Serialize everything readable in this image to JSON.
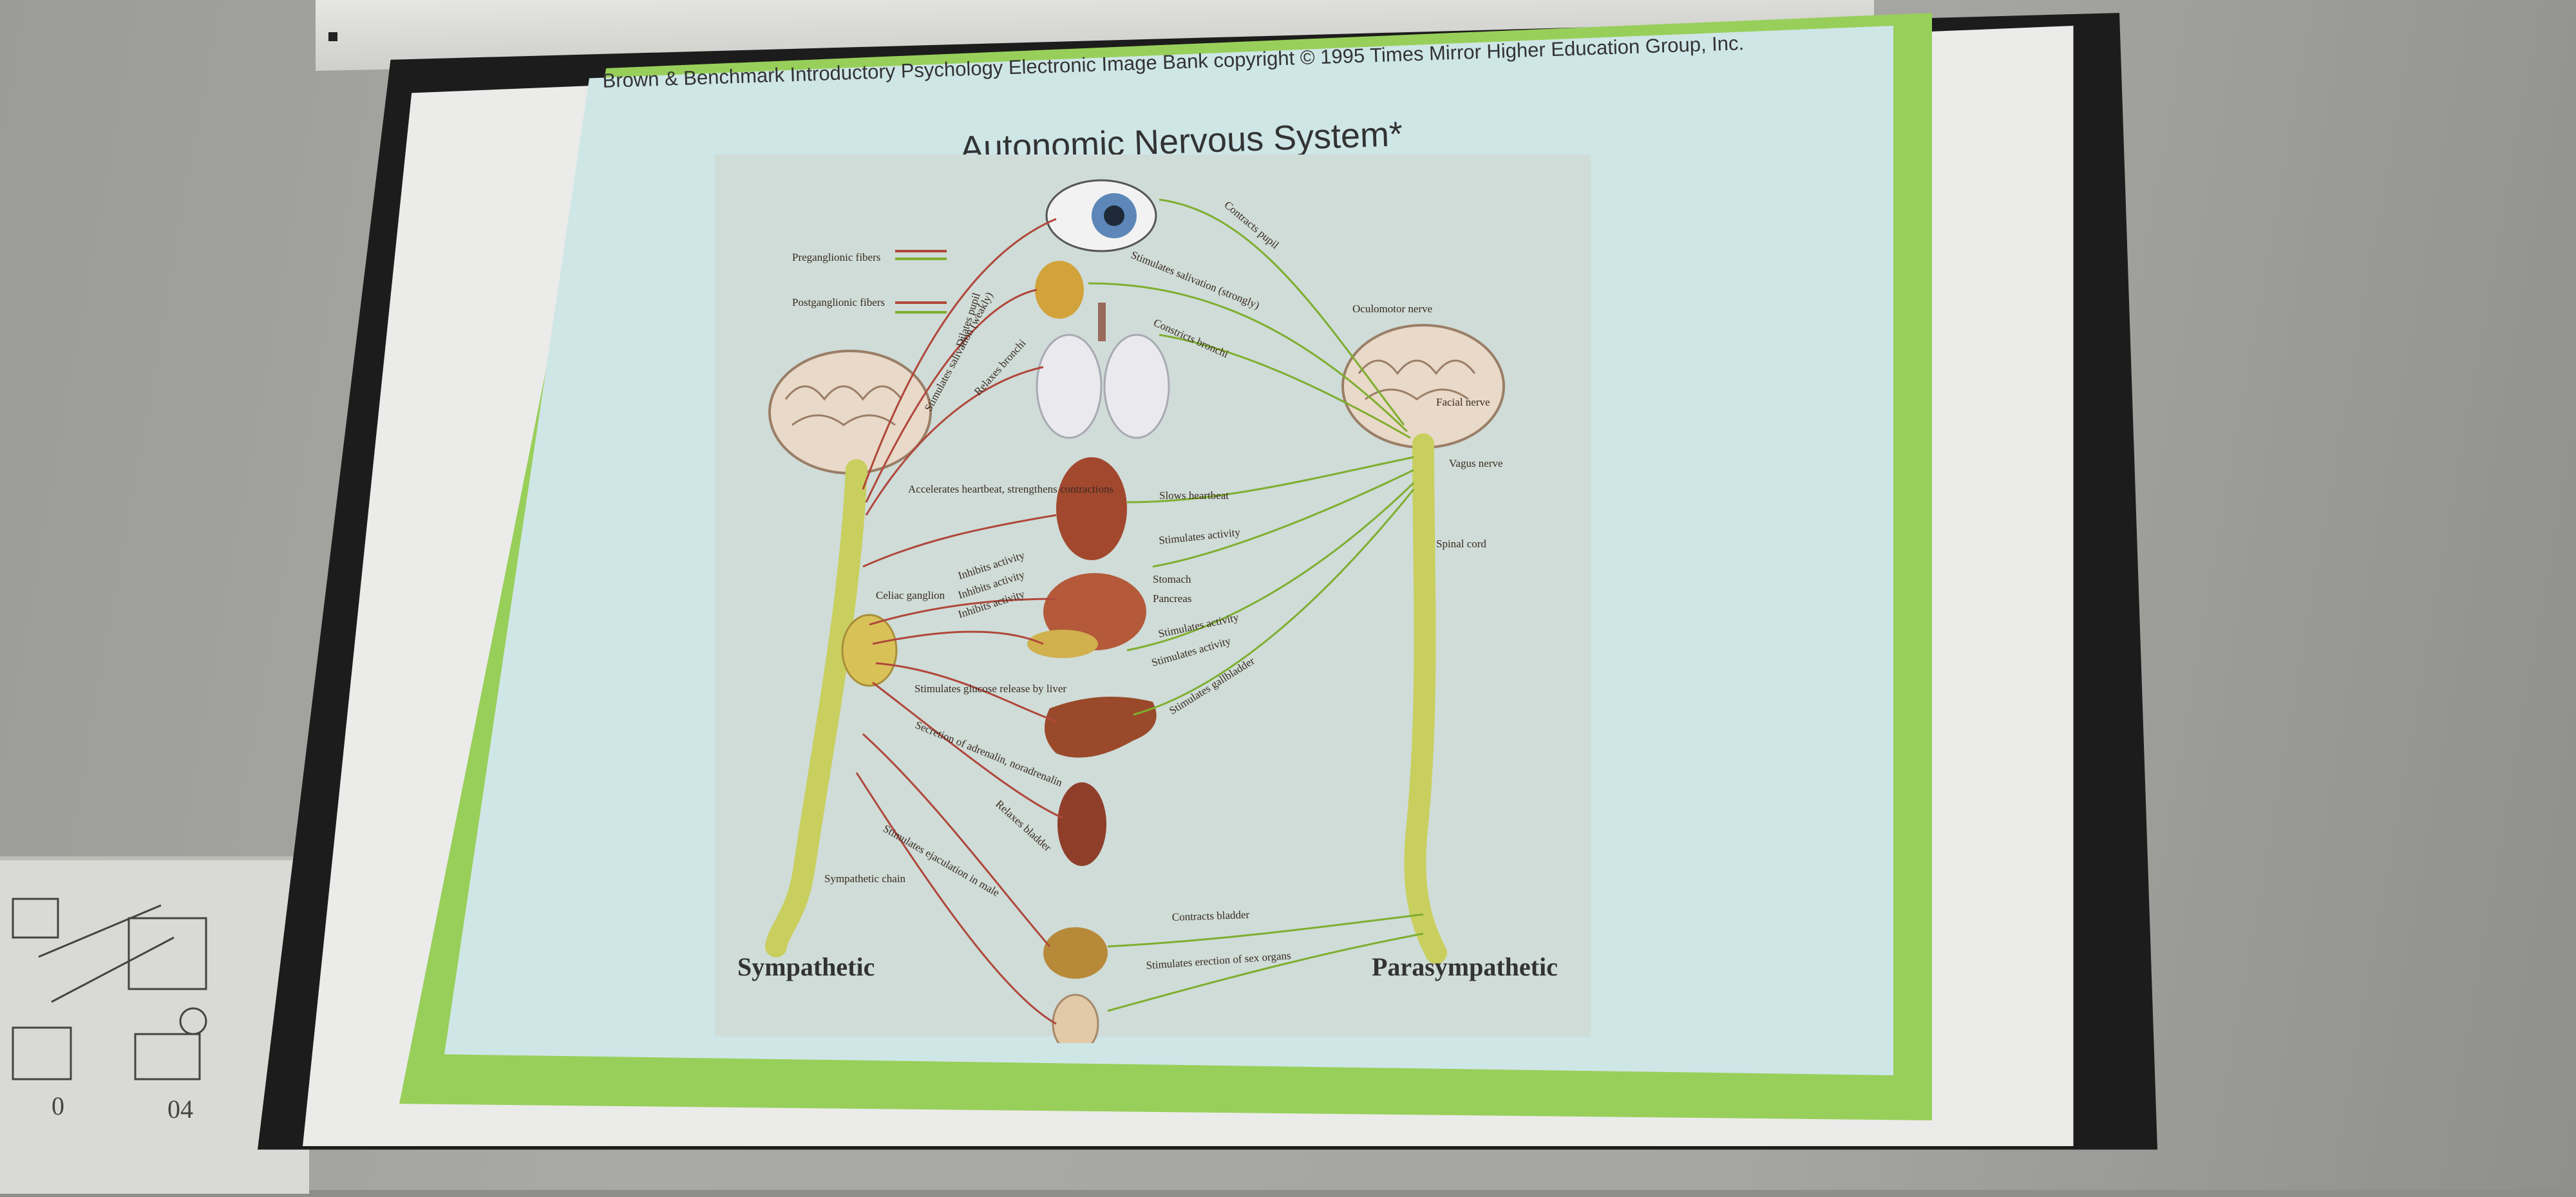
{
  "slide": {
    "copyright": "Brown & Benchmark Introductory Psychology Electronic Image Bank copyright © 1995 Times Mirror Higher Education Group, Inc.",
    "title": "Autonomic Nervous System*"
  },
  "legend": {
    "preganglionic": "Preganglionic fibers",
    "postganglionic": "Postganglionic fibers"
  },
  "sides": {
    "sympathetic": "Sympathetic",
    "parasympathetic": "Parasympathetic"
  },
  "sympathetic_labels": {
    "dilates_pupil": "Dilates pupil",
    "salivation_weakly": "Stimulates salivation (weakly)",
    "relaxes_bronchi": "Relaxes bronchi",
    "heart": "Accelerates heartbeat, strengthens contractions",
    "inhibits_1": "Inhibits activity",
    "inhibits_2": "Inhibits activity",
    "inhibits_3": "Inhibits activity",
    "celiac": "Celiac ganglion",
    "glucose": "Stimulates glucose release by liver",
    "adrenalin": "Secretion of adrenalin, noradrenalin",
    "relaxes_bladder": "Relaxes bladder",
    "ejaculation": "Stimulates ejaculation in male",
    "chain": "Sympathetic chain"
  },
  "parasympathetic_labels": {
    "contracts_pupil": "Contracts pupil",
    "salivation_strongly": "Stimulates salivation (strongly)",
    "constricts_bronchi": "Constricts bronchi",
    "oculomotor": "Oculomotor nerve",
    "facial": "Facial nerve",
    "vagus": "Vagus nerve",
    "slows_heartbeat": "Slows heartbeat",
    "stimulates_activity_1": "Stimulates activity",
    "stomach": "Stomach",
    "pancreas": "Pancreas",
    "stimulates_activity_2": "Stimulates activity",
    "stimulates_activity_3": "Stimulates activity",
    "gallbladder": "Stimulates gallbladder",
    "spinal_cord": "Spinal cord",
    "contracts_bladder": "Contracts bladder",
    "sex_organs": "Stimulates erection of sex organs"
  },
  "colors": {
    "slide_border": "#98cf5a",
    "slide_bg": "#cfe6e6",
    "preganglionic": "#b0473b",
    "postganglionic": "#7fae2f",
    "spinal_cord": "#c9cf5e"
  },
  "whiteboard": {
    "marks": [
      "0",
      "04"
    ]
  }
}
